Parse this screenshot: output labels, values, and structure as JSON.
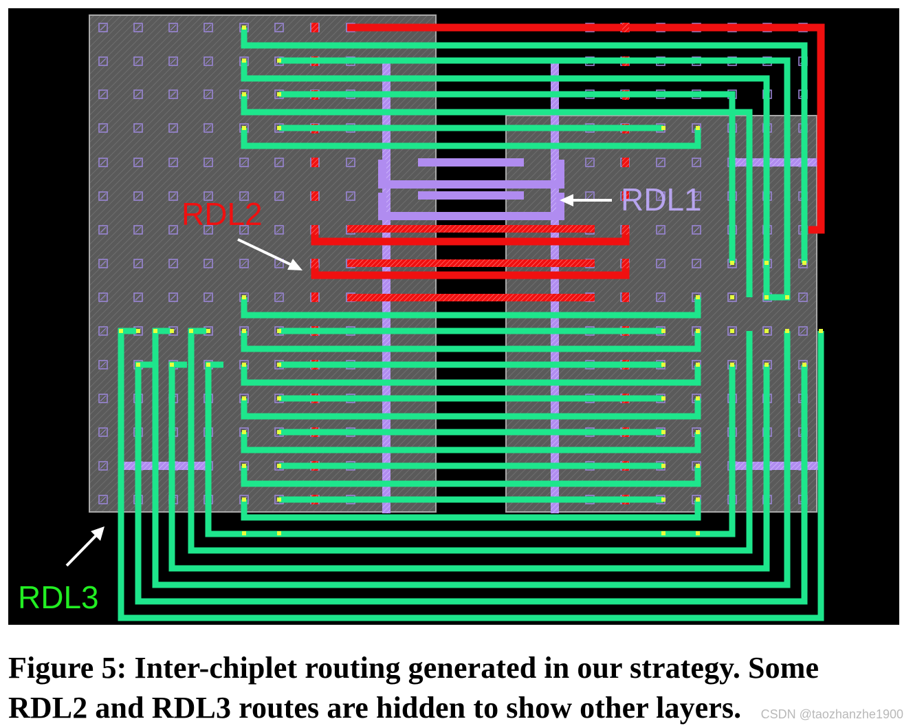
{
  "figure": {
    "labels": {
      "rdl1": "RDL1",
      "rdl2": "RDL2",
      "rdl3": "RDL3"
    },
    "colors": {
      "background": "#000000",
      "chiplet": "#5e5e5e",
      "rdl1": "#b08cf0",
      "rdl2": "#f01010",
      "rdl3": "#1ee68c",
      "via": "#e6ff3c",
      "pad": "#9a86d6"
    }
  },
  "caption": {
    "line1": "Figure 5: Inter-chiplet routing generated in our strategy. Some",
    "line2": "RDL2 and RDL3 routes are hidden to show other layers."
  },
  "watermark": "CSDN @taozhanzhe1900"
}
